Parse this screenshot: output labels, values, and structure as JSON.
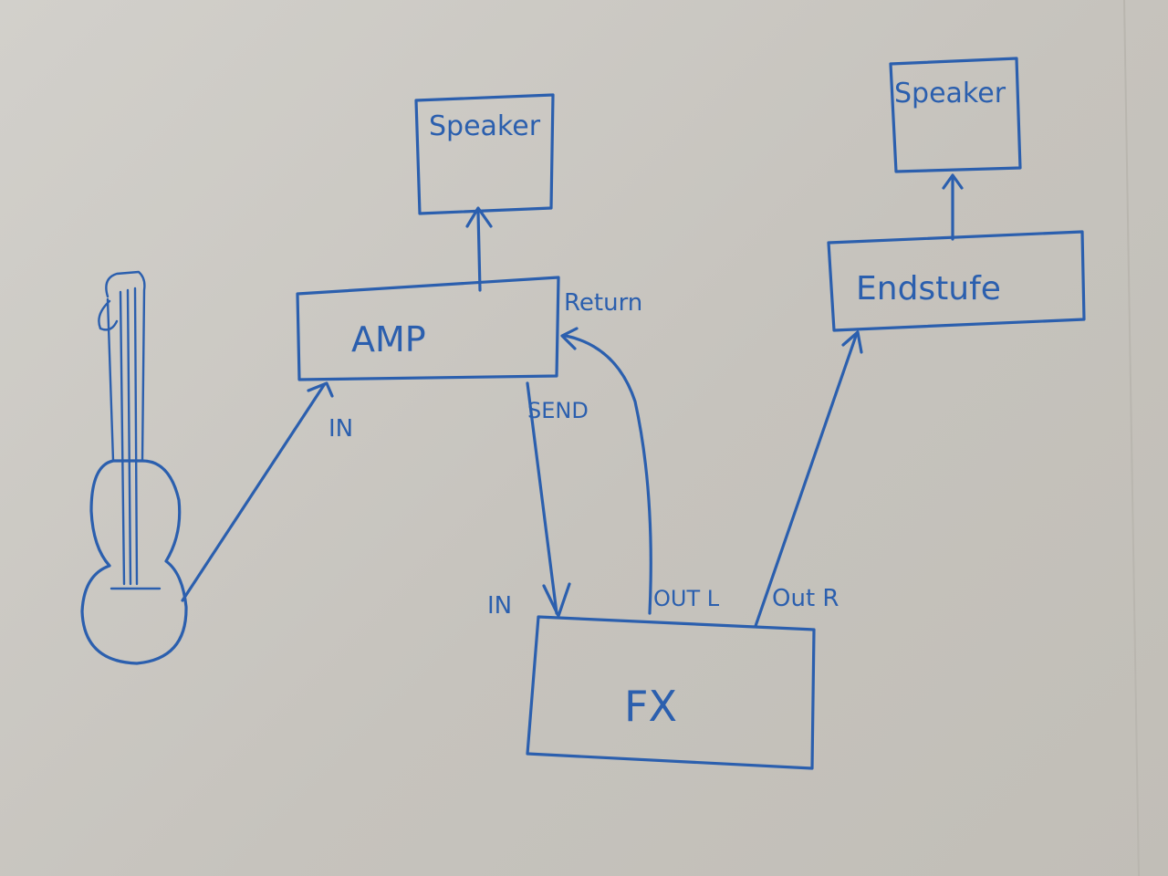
{
  "colors": {
    "ink": "#2b5fae",
    "paper": "#c9c6c0"
  },
  "nodes": {
    "speaker_left": "Speaker",
    "speaker_right": "Speaker",
    "amp": "AMP",
    "endstufe": "Endstufe",
    "fx": "FX"
  },
  "ports": {
    "amp_in": "IN",
    "amp_send": "SEND",
    "amp_return": "Return",
    "fx_in": "IN",
    "fx_out_l": "OUT L",
    "fx_out_r": "Out R"
  },
  "icons": {
    "guitar": "guitar-icon"
  }
}
